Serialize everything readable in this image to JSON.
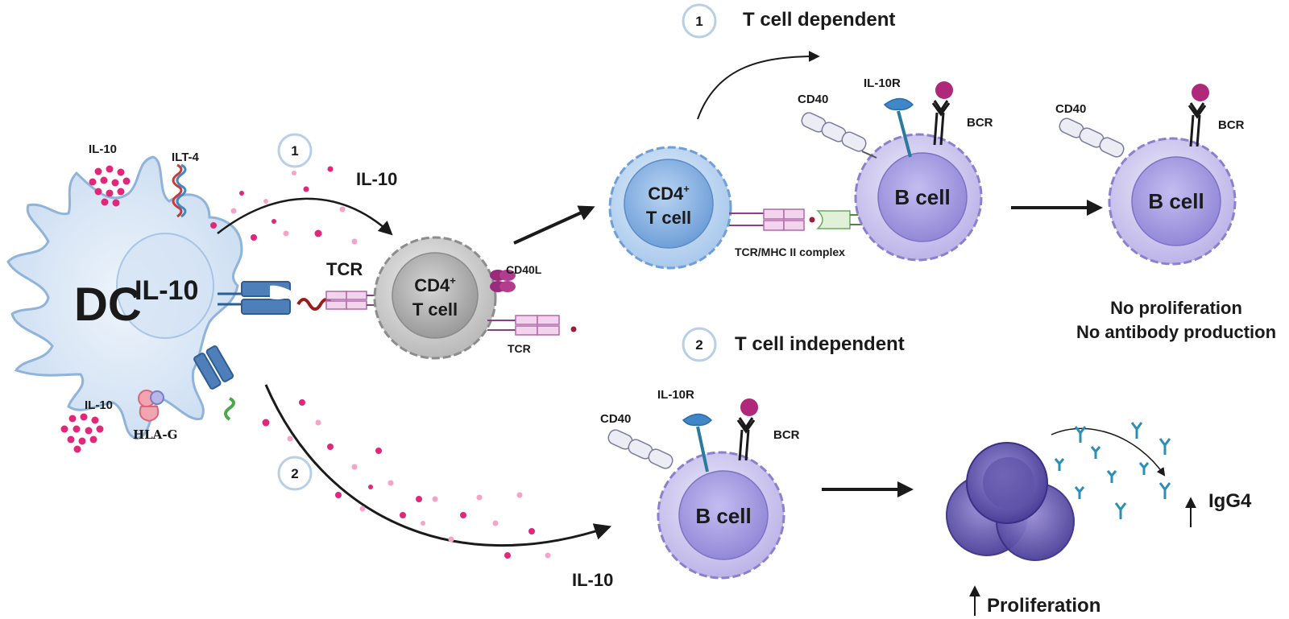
{
  "dc": {
    "label": "DC",
    "superscript": "IL-10"
  },
  "labels": {
    "il10_top_left": "IL-10",
    "ilt4": "ILT-4",
    "il10_bottom_left": "IL-10",
    "hlag": "HLA-G",
    "il10_upper_arrow": "IL-10",
    "il10_lower_arrow": "IL-10",
    "tcr_left": "TCR",
    "tcr_right": "TCR",
    "cd40l": "CD40L",
    "tcr_mhc_complex": "TCR/MHC II complex",
    "cd40_1": "CD40",
    "cd40_2": "CD40",
    "cd40_3": "CD40",
    "il10r_1": "IL-10R",
    "il10r_2": "IL-10R",
    "bcr_1": "BCR",
    "bcr_2": "BCR",
    "bcr_3": "BCR",
    "igg4": "IgG4",
    "proliferation": "Proliferation"
  },
  "cells": {
    "cd4_middle": {
      "line1": "CD4",
      "sup": "+",
      "line2": "T cell"
    },
    "cd4_top": {
      "line1": "CD4",
      "sup": "+",
      "line2": "T cell"
    },
    "b_cell_top": "B cell",
    "b_cell_right": "B cell",
    "b_cell_bottom": "B cell"
  },
  "pathways": {
    "p1": {
      "number": "1",
      "title": "T cell dependent"
    },
    "p2": {
      "number": "2",
      "title": "T cell independent"
    },
    "circle_1": "1",
    "circle_2": "2"
  },
  "outcome": {
    "line1": "No proliferation",
    "line2": "No antibody production"
  },
  "colors": {
    "dc_fill": "#dce9f6",
    "dc_stroke": "#8fb3d9",
    "cytokine": "#e0277a",
    "cytokine_light": "#f5a3c7",
    "t_cell_gray": "#c8c8c8",
    "t_cell_blue": "#a9c9ec",
    "b_cell": "#b9b0e6",
    "b_cell_nucleus": "#9a8fdc",
    "antibody": "#2a8fb5",
    "arrow": "#1a1a1a"
  }
}
